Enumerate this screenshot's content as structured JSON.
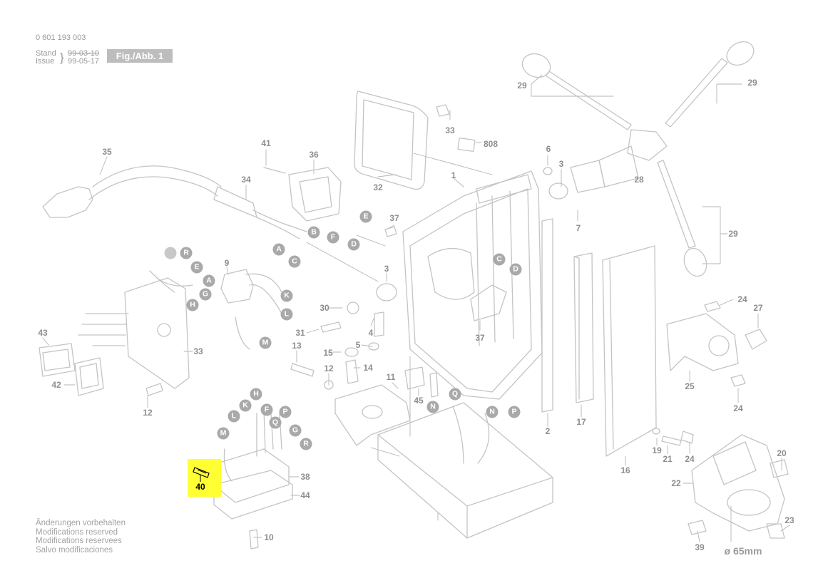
{
  "header": {
    "part_number": "0 601 193 003",
    "stand_label": "Stand",
    "issue_label": "Issue",
    "stand_date": "99-03-10",
    "issue_date": "99-05-17",
    "figure_label": "Fig./Abb. 1"
  },
  "footer": {
    "lines": [
      "Änderungen vorbehalten",
      "Modifications reserved",
      "Modifications reservees",
      "Salvo modificaciones"
    ]
  },
  "highlight": {
    "part": "40",
    "color": "#ffff33"
  },
  "diameter_label": "ø 65mm",
  "parts": [
    "29",
    "29",
    "29",
    "33",
    "808",
    "6",
    "3",
    "28",
    "41",
    "36",
    "35",
    "34",
    "32",
    "1",
    "37",
    "7",
    "3",
    "30",
    "4",
    "31",
    "5",
    "37",
    "13",
    "15",
    "14",
    "12",
    "11",
    "45",
    "2",
    "17",
    "16",
    "24",
    "27",
    "25",
    "24",
    "43",
    "42",
    "9",
    "33",
    "12",
    "19",
    "21",
    "24",
    "20",
    "22",
    "23",
    "39",
    "38",
    "44",
    "10"
  ],
  "letters": [
    "E",
    "B",
    "F",
    "D",
    "A",
    "C",
    "R",
    "E",
    "A",
    "G",
    "H",
    "K",
    "L",
    "M",
    "C",
    "D",
    "H",
    "K",
    "F",
    "P",
    "L",
    "Q",
    "G",
    "M",
    "R",
    "Q",
    "N",
    "P",
    "N"
  ]
}
